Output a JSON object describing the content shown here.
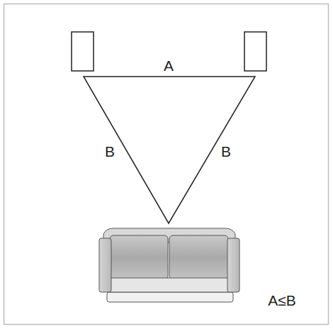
{
  "diagram": {
    "labels": [
      "A",
      "B",
      "B",
      "A≤B"
    ]
  }
}
